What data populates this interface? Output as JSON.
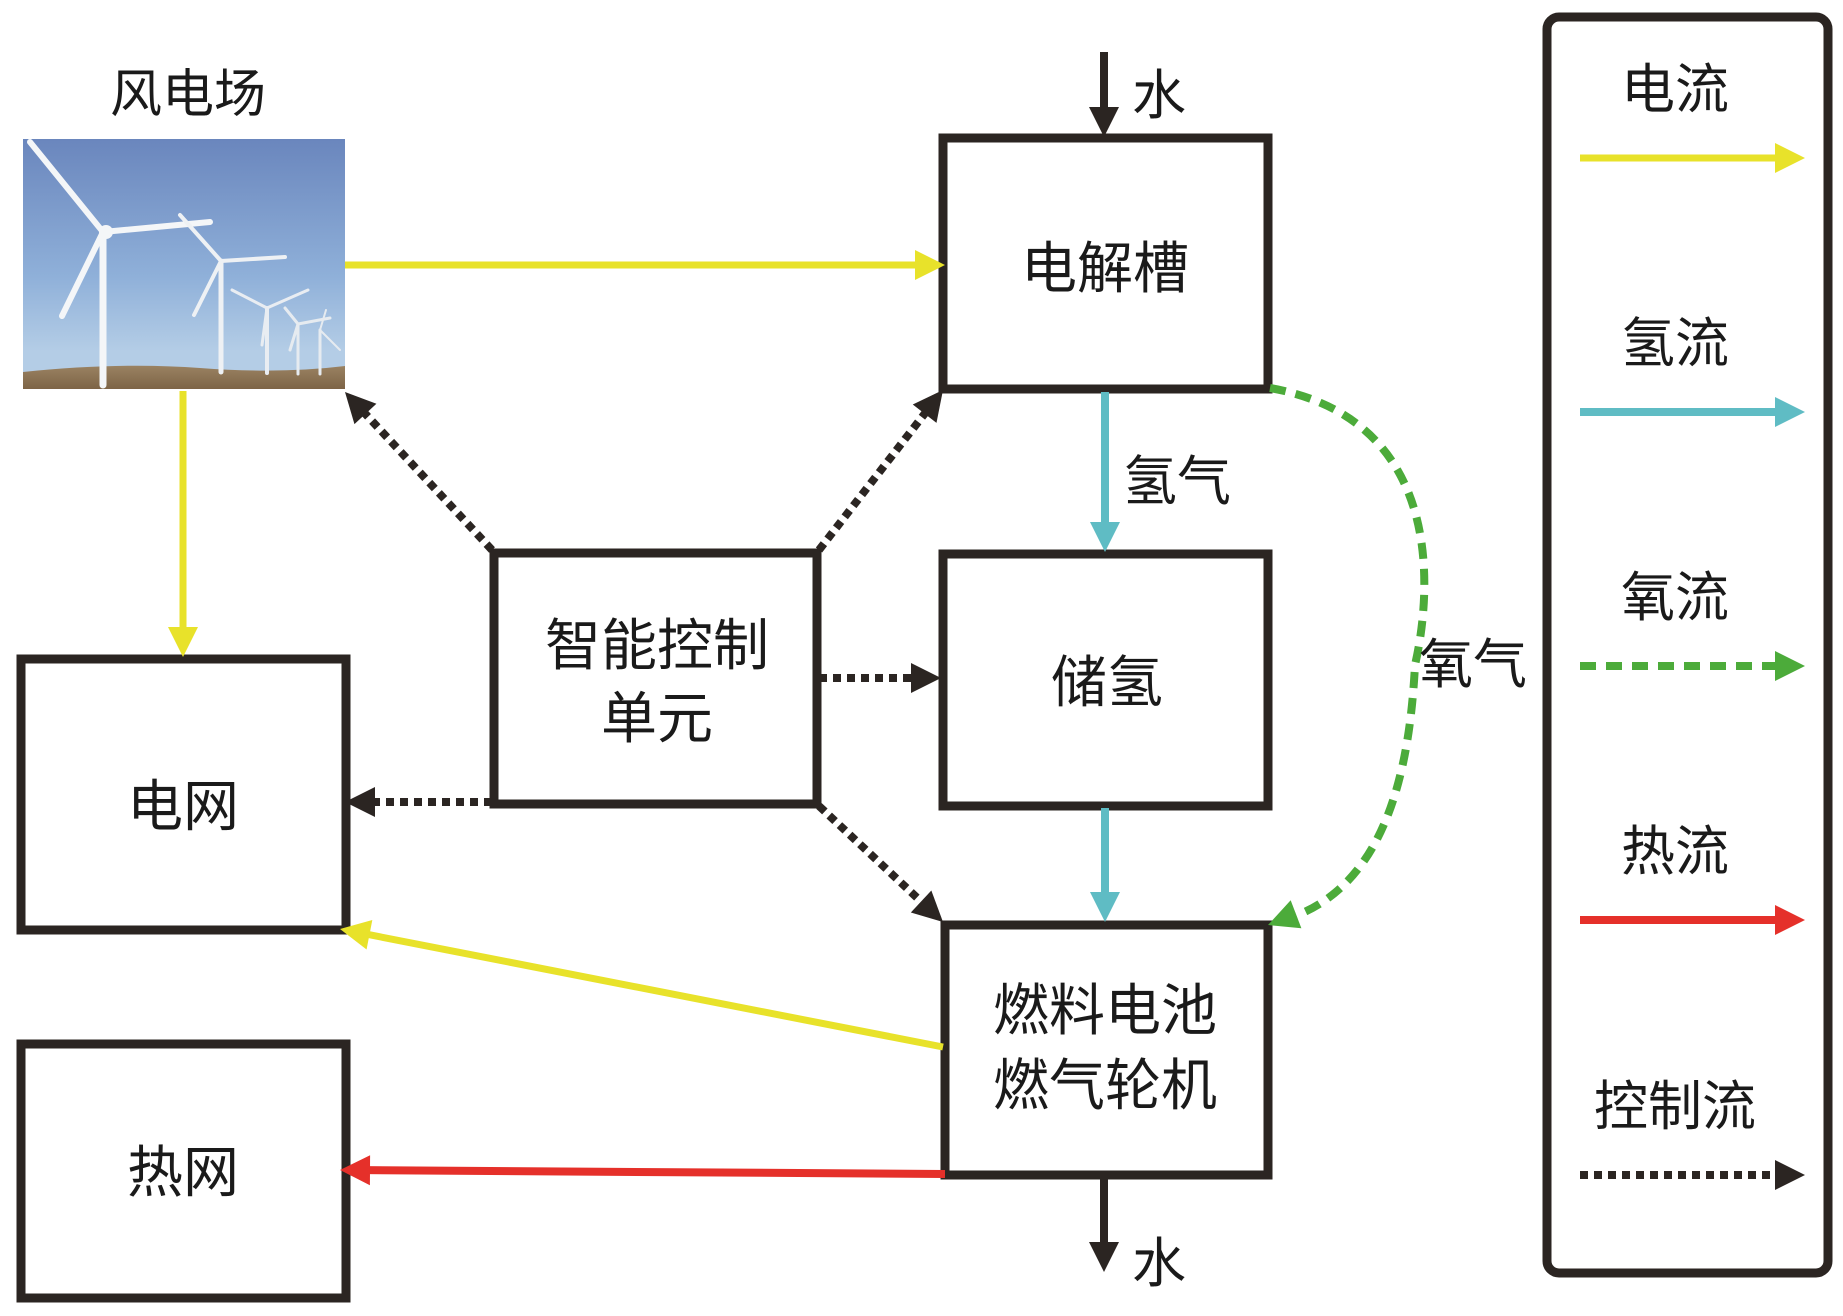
{
  "colors": {
    "electric": "#e8e22a",
    "hydrogen": "#5fbcc4",
    "oxygen": "#4cab3a",
    "heat": "#e5302a",
    "control": "#2b2522",
    "box_border": "#2b2522"
  },
  "nodes": {
    "wind_farm": {
      "label": "风电场"
    },
    "electrolyzer": {
      "label": "电解槽"
    },
    "hydrogen_storage": {
      "label": "储氢"
    },
    "fuel_cell": {
      "label_line1": "燃料电池",
      "label_line2": "燃气轮机"
    },
    "control_unit": {
      "label_line1": "智能控制",
      "label_line2": "单元"
    },
    "power_grid": {
      "label": "电网"
    },
    "heat_grid": {
      "label": "热网"
    }
  },
  "edge_labels": {
    "water_in": "水",
    "water_out": "水",
    "hydrogen_gas": "氢气",
    "oxygen_gas": "氧气"
  },
  "edges": [
    {
      "from": "wind_farm",
      "to": "electrolyzer",
      "type": "electric"
    },
    {
      "from": "wind_farm",
      "to": "power_grid",
      "type": "electric"
    },
    {
      "from": "fuel_cell",
      "to": "power_grid",
      "type": "electric"
    },
    {
      "from": "electrolyzer",
      "to": "hydrogen_storage",
      "type": "hydrogen",
      "label": "氢气"
    },
    {
      "from": "hydrogen_storage",
      "to": "fuel_cell",
      "type": "hydrogen"
    },
    {
      "from": "electrolyzer",
      "to": "fuel_cell",
      "type": "oxygen",
      "label": "氧气"
    },
    {
      "from": "fuel_cell",
      "to": "heat_grid",
      "type": "heat"
    },
    {
      "from": "control_unit",
      "to": "wind_farm",
      "type": "control"
    },
    {
      "from": "control_unit",
      "to": "electrolyzer",
      "type": "control"
    },
    {
      "from": "control_unit",
      "to": "hydrogen_storage",
      "type": "control"
    },
    {
      "from": "control_unit",
      "to": "fuel_cell",
      "type": "control"
    },
    {
      "from": "control_unit",
      "to": "power_grid",
      "type": "control"
    },
    {
      "from": "external",
      "to": "electrolyzer",
      "type": "water",
      "label": "水"
    },
    {
      "from": "fuel_cell",
      "to": "external",
      "type": "water",
      "label": "水"
    }
  ],
  "legend": {
    "items": [
      {
        "key": "electric",
        "label": "电流",
        "style": "solid"
      },
      {
        "key": "hydrogen",
        "label": "氢流",
        "style": "solid"
      },
      {
        "key": "oxygen",
        "label": "氧流",
        "style": "dashed"
      },
      {
        "key": "heat",
        "label": "热流",
        "style": "solid"
      },
      {
        "key": "control",
        "label": "控制流",
        "style": "dotted"
      }
    ]
  }
}
